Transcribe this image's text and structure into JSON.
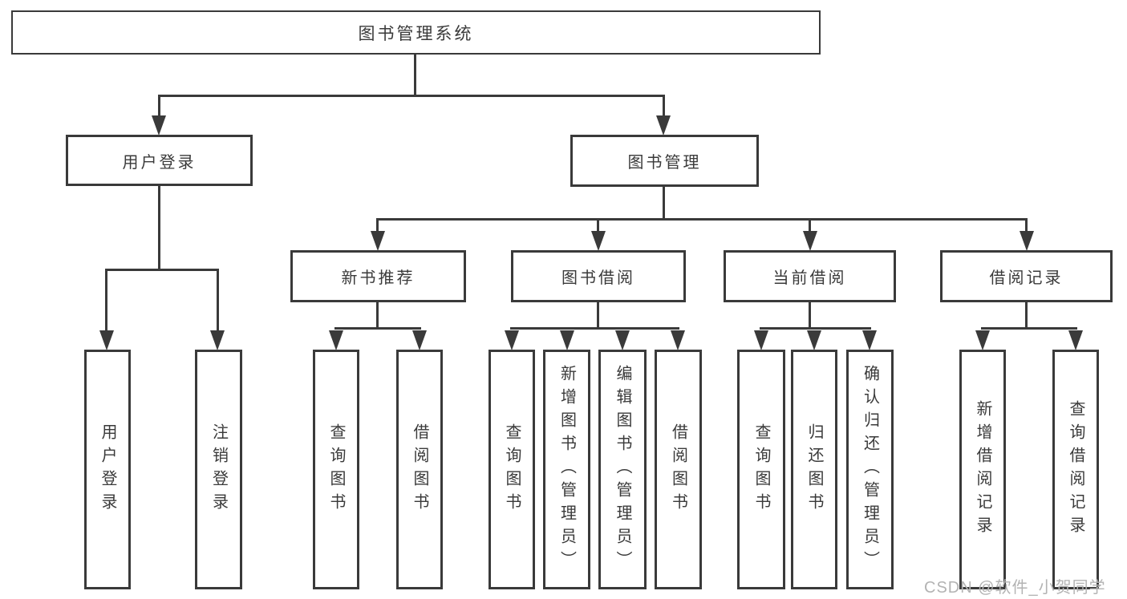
{
  "page": {
    "background": "#ffffff",
    "line_color": "#3a3a3a",
    "watermark_color": "#b3b3b3"
  },
  "watermark": {
    "text": "CSDN @软件_小贺同学"
  },
  "tree": {
    "root": "图书管理系统",
    "branches": [
      {
        "label": "用户登录",
        "children": [
          "用户登录",
          "注销登录"
        ]
      },
      {
        "label": "图书管理",
        "groups": [
          {
            "label": "新书推荐",
            "children": [
              "查询图书",
              "借阅图书"
            ]
          },
          {
            "label": "图书借阅",
            "children": [
              "查询图书",
              "新增图书（管理员）",
              "编辑图书（管理员）",
              "借阅图书"
            ]
          },
          {
            "label": "当前借阅",
            "children": [
              "查询图书",
              "归还图书",
              "确认归还（管理员）"
            ]
          },
          {
            "label": "借阅记录",
            "children": [
              "新增借阅记录",
              "查询借阅记录"
            ]
          }
        ]
      }
    ]
  }
}
